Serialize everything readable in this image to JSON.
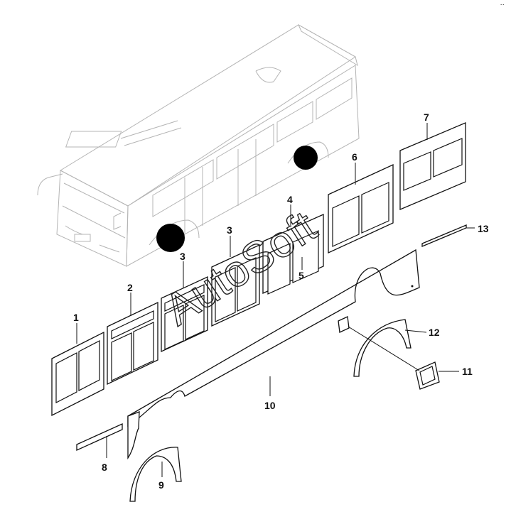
{
  "watermark": "AutoSoft",
  "corner_mark": "-·",
  "callouts": [
    "1",
    "2",
    "3",
    "3",
    "4",
    "5",
    "6",
    "7",
    "8",
    "9",
    "10",
    "11",
    "12",
    "13"
  ]
}
